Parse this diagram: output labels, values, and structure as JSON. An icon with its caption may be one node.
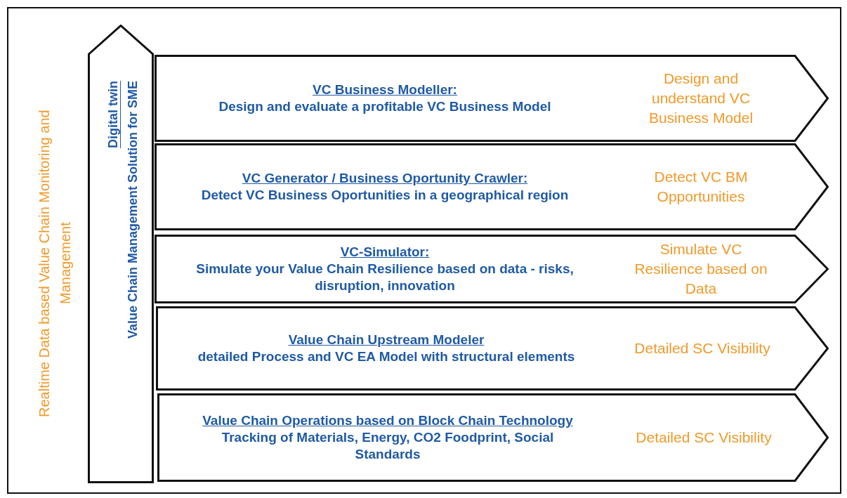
{
  "diagram": {
    "nodes": [
      {
        "text": [
          "Digital twin",
          "Value Chain Management Solution for SME"
        ]
      },
      {
        "text": [
          "VC Business Modeller:",
          "Design and evaluate a profitable VC Business Model",
          "Design and understand VC Business Model"
        ]
      },
      {
        "text": [
          "VC Generator / Business Oportunity Crawler:",
          "Detect VC Business Oportunities in a geographical region",
          "Detect VC BM Opportunities"
        ]
      },
      {
        "text": [
          "VC-Simulator:",
          "Simulate your Value Chain Resilience based on data - risks, disruption, innovation",
          "Simulate VC Resilience based on Data"
        ]
      },
      {
        "text": [
          "Value Chain Upstream Modeler",
          "detailed Process and VC EA Model with structural elements",
          "Detailed SC Visibility"
        ]
      },
      {
        "text": [
          "Value Chain Operations based on Block Chain Technology",
          "Tracking of Materials, Energy, CO2 Foodprint, Social Standards",
          "Detailed SC Visibility"
        ]
      }
    ],
    "edges": [],
    "labels": [
      "Realtime Data based Value Chain Monitoring and Management"
    ]
  }
}
